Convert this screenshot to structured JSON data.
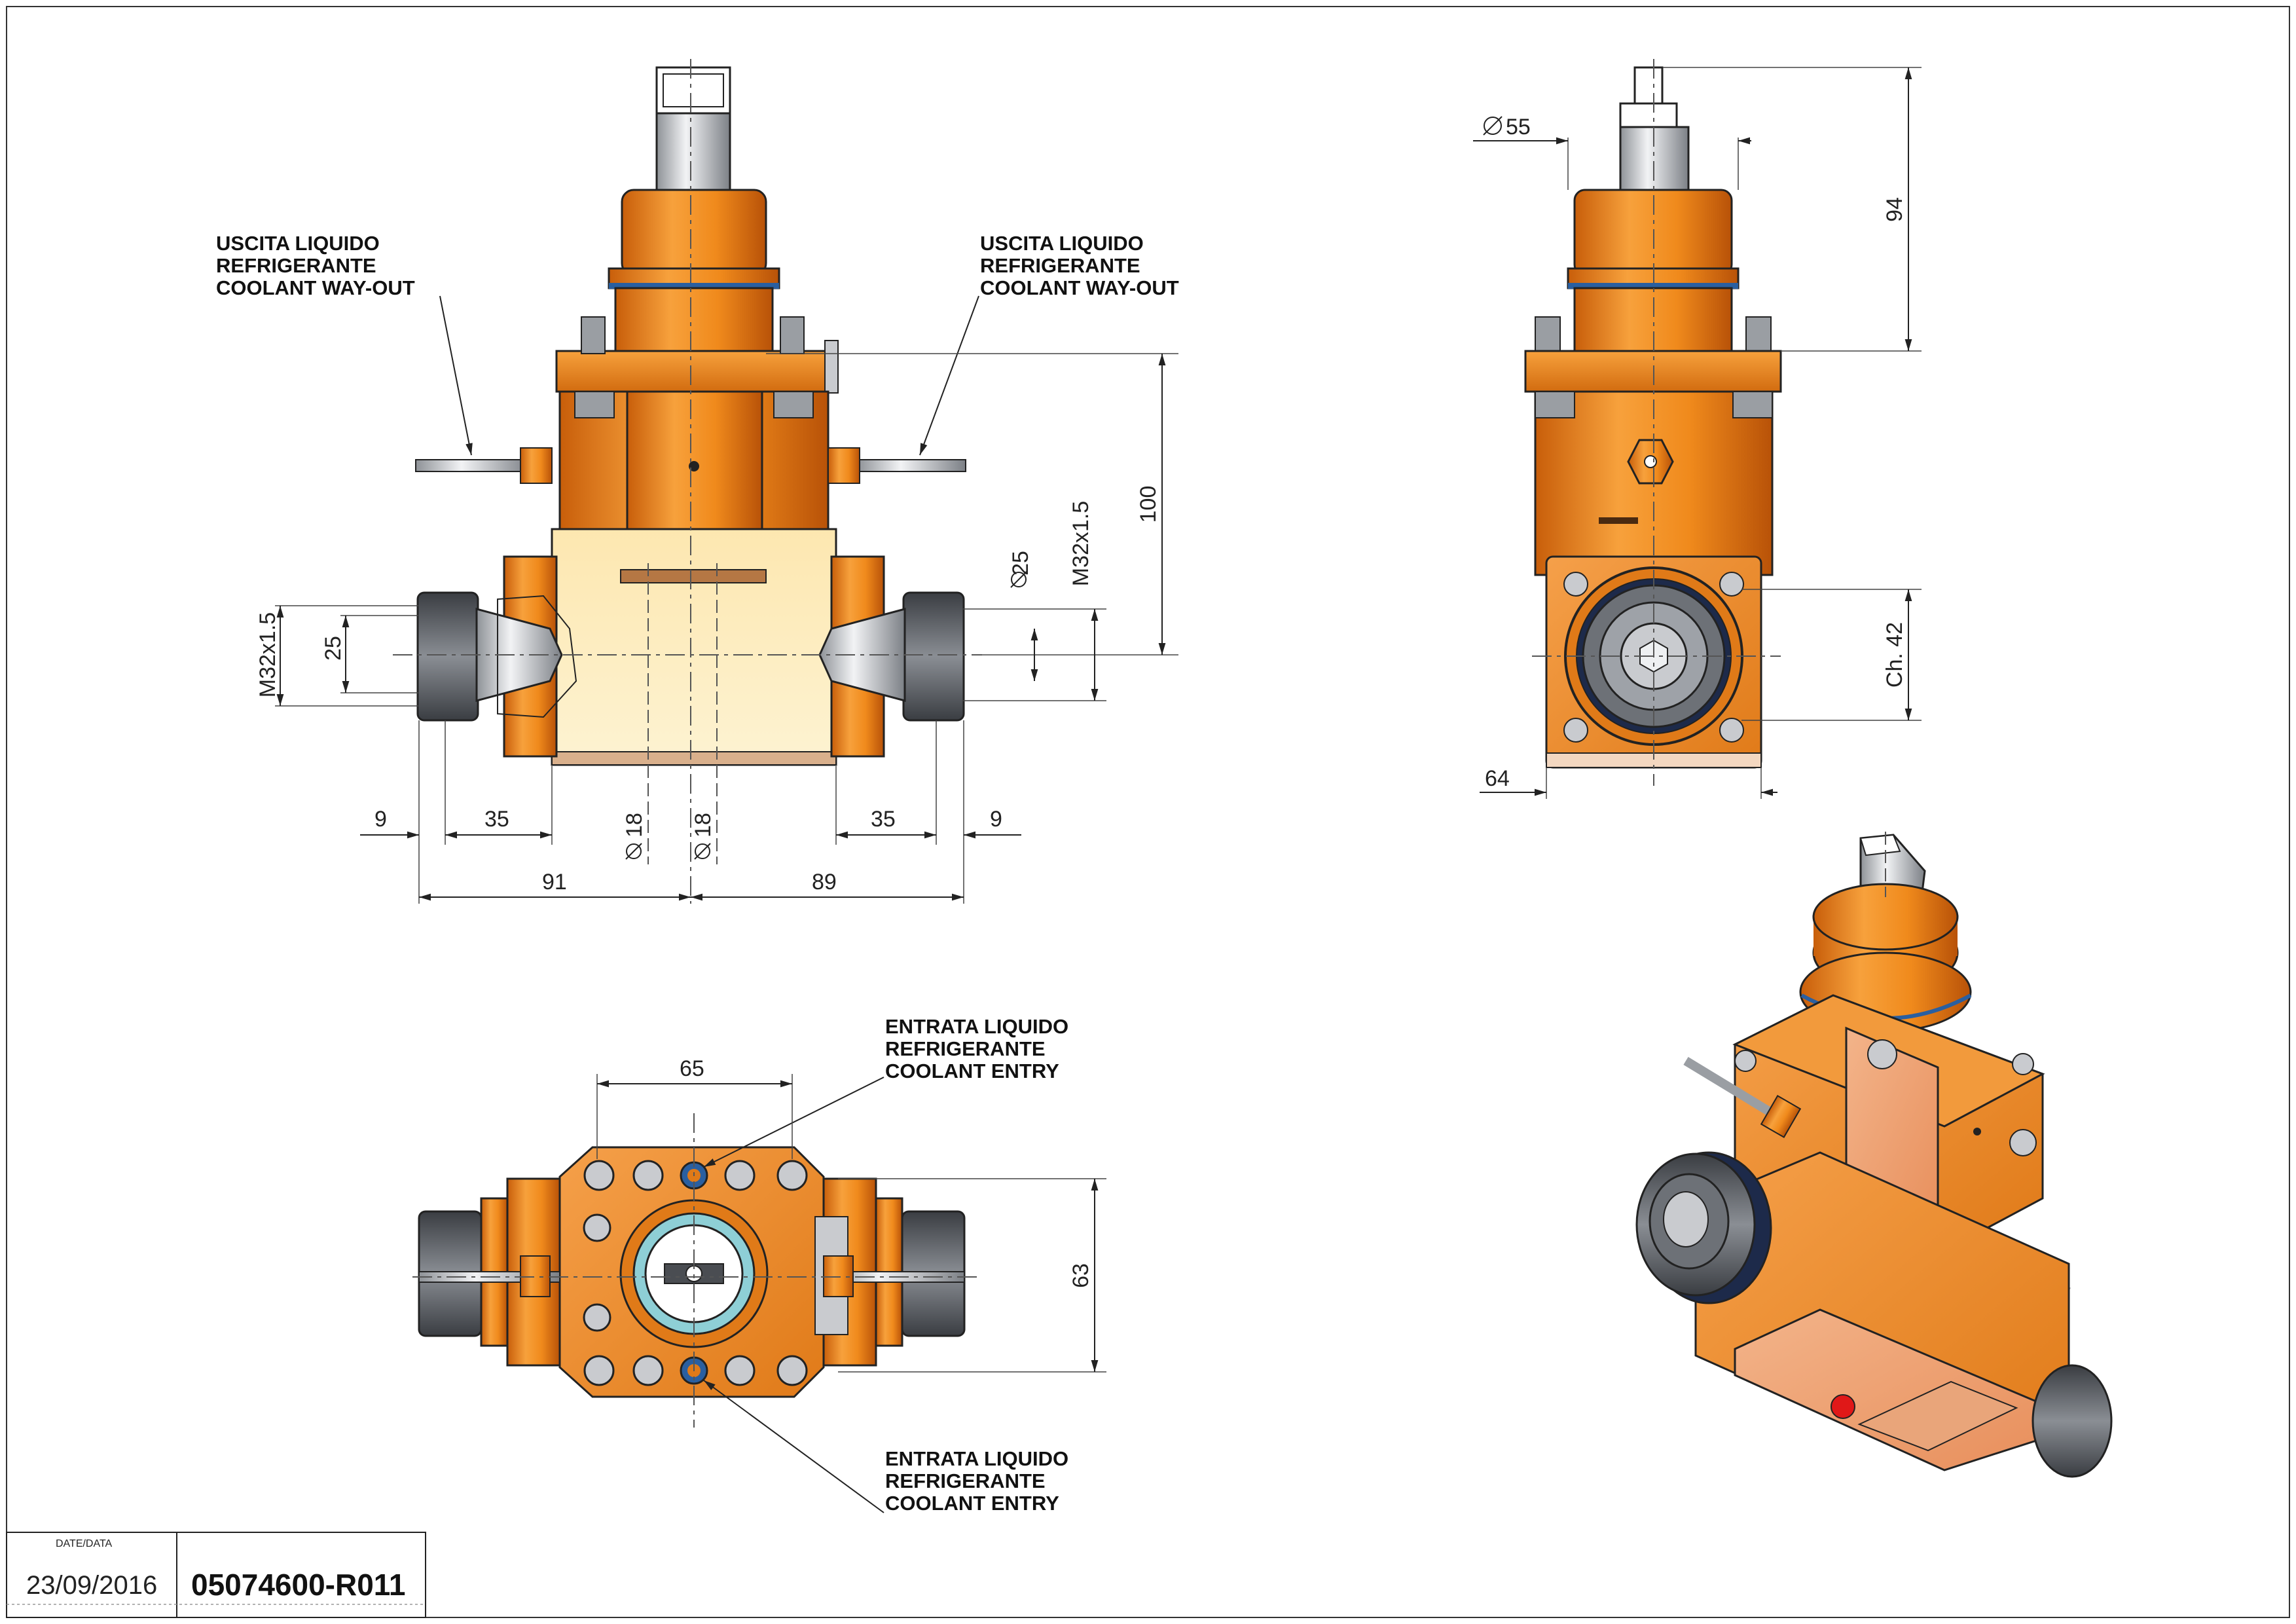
{
  "labels": {
    "coolant_out_it_1": "USCITA LIQUIDO",
    "coolant_out_it_2": "REFRIGERANTE",
    "coolant_out_en": "COOLANT WAY-OUT",
    "coolant_in_it_1": "ENTRATA LIQUIDO",
    "coolant_in_it_2": "REFRIGERANTE",
    "coolant_in_en": "COOLANT ENTRY"
  },
  "dimensions": {
    "thread": "M32x1.5",
    "dia25": "25",
    "dia18": "18",
    "height_100": "100",
    "d9": "9",
    "d35": "35",
    "d91": "91",
    "d89": "89",
    "dia55": "55",
    "h94": "94",
    "ch42": "Ch. 42",
    "w64": "64",
    "w65": "65",
    "h63": "63"
  },
  "title_block": {
    "date_label": "DATE/DATA",
    "date": "23/09/2016",
    "code": "05074600-R011"
  },
  "colors": {
    "body_orange": "#f08a1c",
    "light_orange": "#f7c27a",
    "cream": "#fdf1c6",
    "steel": "#c9cbcf",
    "dark_collet": "#4a4d52",
    "seal_blue": "#2a5fa0",
    "red_plug": "#e01818"
  }
}
